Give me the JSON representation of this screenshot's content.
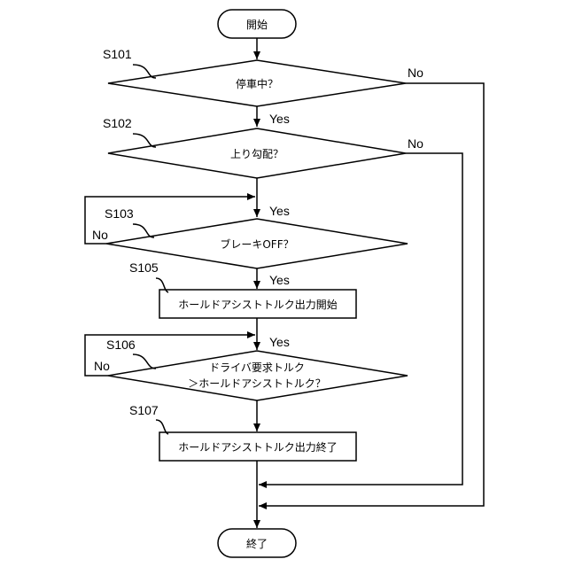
{
  "nodes": {
    "start": "開始",
    "s101": "停車中？",
    "s102": "上り勾配？",
    "s103": "ブレーキOFF？",
    "s105": "ホールドアシストトルク出力開始",
    "s106_line1": "ドライバ要求トルク",
    "s106_line2": "＞ホールドアシストトルク？",
    "s107": "ホールドアシストトルク出力終了",
    "end": "終了"
  },
  "steps": {
    "s101": "S101",
    "s102": "S102",
    "s103": "S103",
    "s105": "S105",
    "s106": "S106",
    "s107": "S107"
  },
  "branches": {
    "s101_yes": "Yes",
    "s101_no": "No",
    "s102_yes": "Yes",
    "s102_no": "No",
    "s103_yes": "Yes",
    "s103_no": "No",
    "s106_yes": "Yes",
    "s106_no": "No"
  }
}
